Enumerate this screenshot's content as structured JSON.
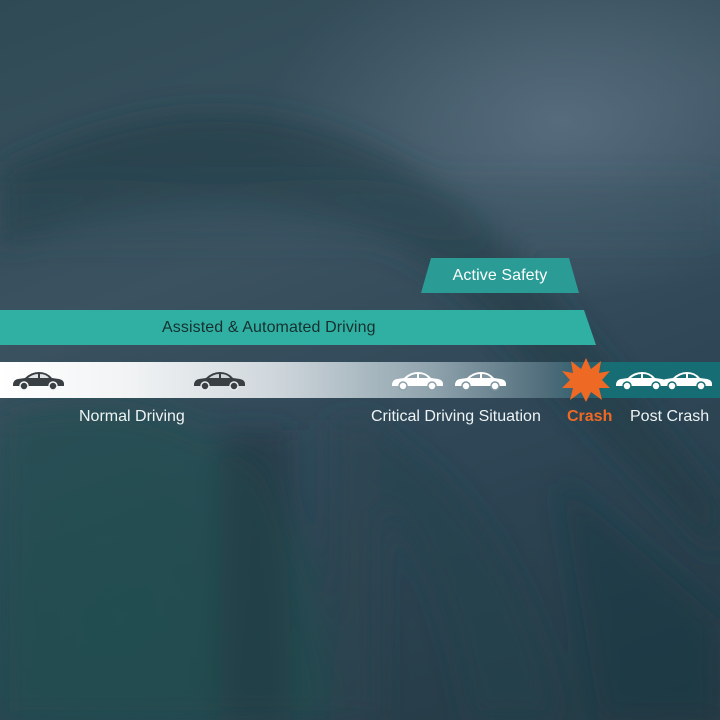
{
  "phases": {
    "active_safety": "Active Safety",
    "assisted_driving": "Assisted & Automated Driving"
  },
  "stages": {
    "normal": "Normal Driving",
    "critical": "Critical Driving Situation",
    "crash": "Crash",
    "post_crash": "Post Crash"
  },
  "colors": {
    "active_band": "#2a9c95",
    "assisted_band": "#30b0a3",
    "crash_accent": "#ee6a24",
    "post_crash_band": "#166d73",
    "car_dark": "#3a3f44",
    "car_light": "#ffffff"
  },
  "icons": [
    "car-icon",
    "crash-burst-icon"
  ]
}
